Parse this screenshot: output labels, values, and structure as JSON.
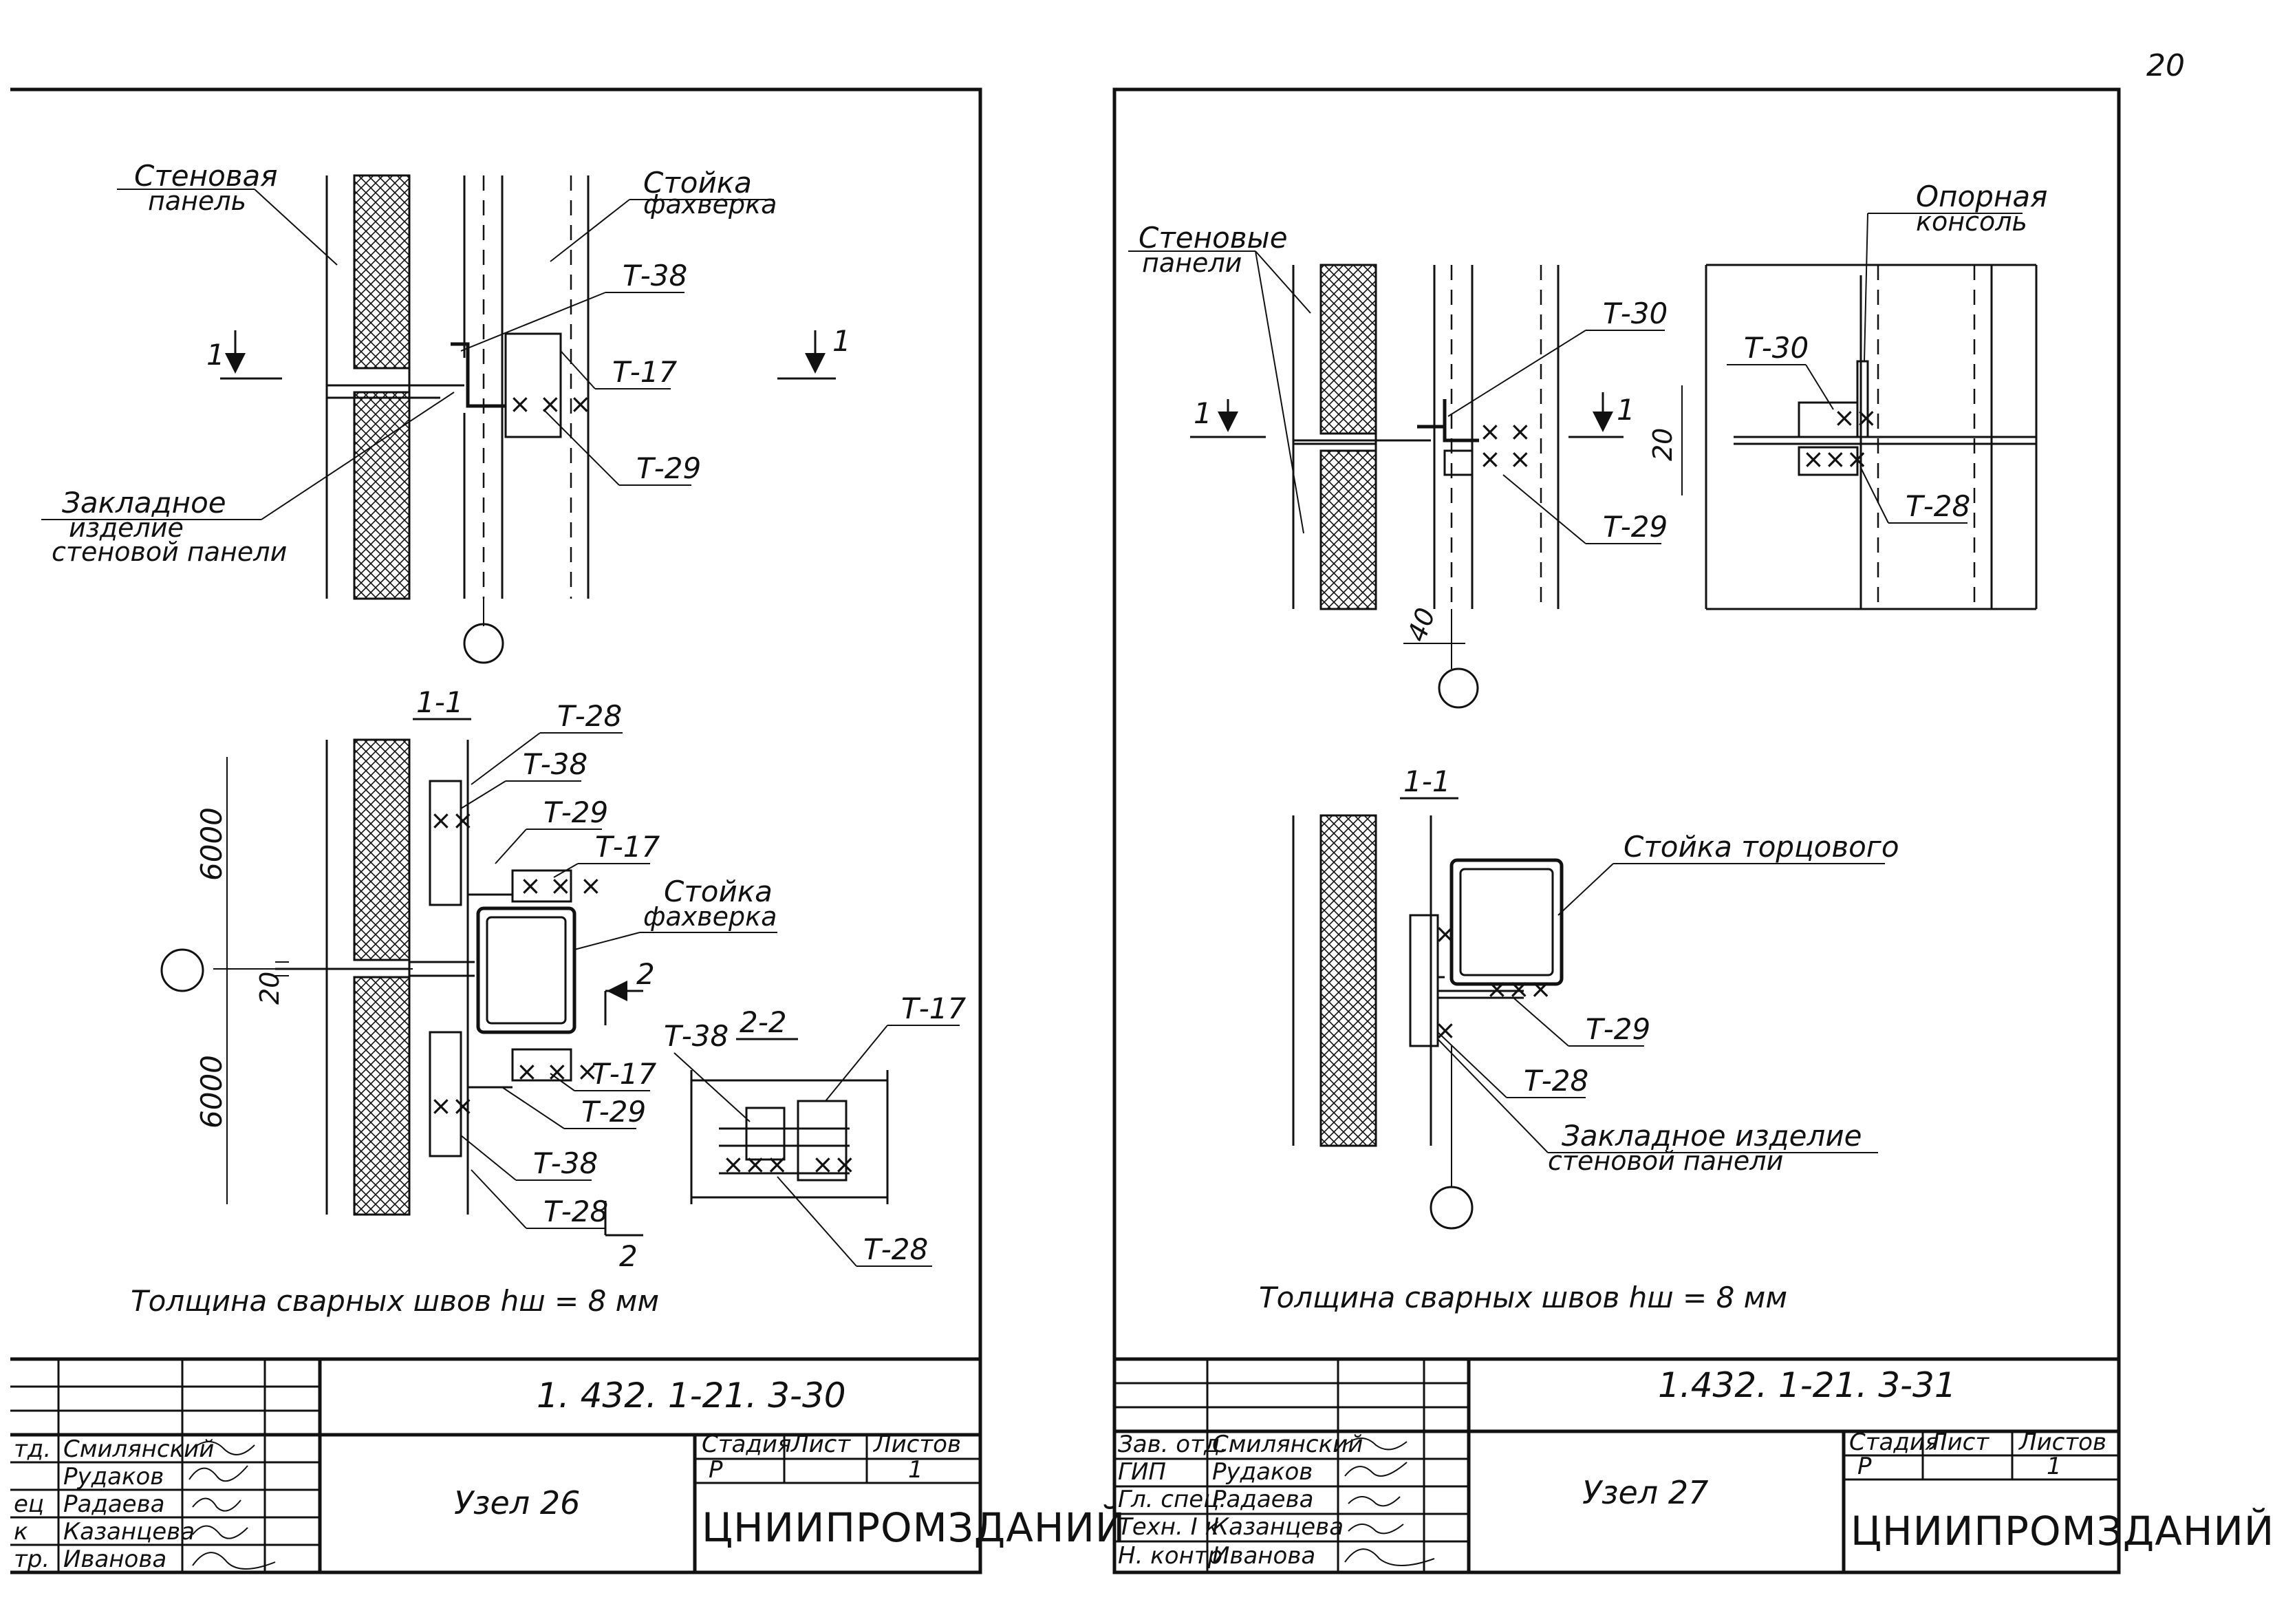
{
  "page_number": "20",
  "left_sheet": {
    "labels": {
      "wall_panel": [
        "Стеновая",
        "панель"
      ],
      "post": [
        "Стойка",
        "фахверка"
      ],
      "embedded": [
        "Закладное",
        "изделие",
        "стеновой панели"
      ],
      "section_mark": "1",
      "section_title": "1-1",
      "section2_title": "2-2",
      "section2_mark": "2",
      "dim_6000_top": "6000",
      "dim_6000_bottom": "6000",
      "dim_20": "20",
      "t38": "Т-38",
      "t17": "Т-17",
      "t29": "Т-29",
      "t28": "Т-28",
      "weld_note": "Толщина    сварных    швов  hш = 8 мм"
    },
    "title_block": {
      "code": "1. 432. 1-21. 3-30",
      "node": "Узел  26",
      "stage_header": "Стадия",
      "sheet_header": "Лист",
      "sheets_header": "Листов",
      "stage": "Р",
      "sheet": "1",
      "org": "ЦНИИПРОМЗДАНИЙ",
      "roles": [
        "тд.",
        "",
        "ец",
        "к",
        "тр."
      ],
      "names": [
        "Смилянский",
        "Рудаков",
        "Радаева",
        "Казанцева",
        "Иванова"
      ]
    }
  },
  "right_sheet": {
    "labels": {
      "wall_panels": [
        "Стеновые",
        "панели"
      ],
      "support": [
        "Опорная",
        "консоль"
      ],
      "post": [
        "Стойка   торцового"
      ],
      "embedded": [
        "Закладное    изделие",
        "стеновой    панели"
      ],
      "section_mark": "1",
      "section_title": "1-1",
      "dim_40": "40",
      "dim_20": "20",
      "t30": "Т-30",
      "t29": "Т-29",
      "t28": "Т-28",
      "weld_note": "Толщина     сварных      швов      hш = 8 мм"
    },
    "title_block": {
      "code": "1.432. 1-21. 3-31",
      "node": "Узел  27",
      "stage_header": "Стадия",
      "sheet_header": "Лист",
      "sheets_header": "Листов",
      "stage": "Р",
      "sheet": "1",
      "org": "ЦНИИПРОМЗДАНИЙ",
      "roles": [
        "Зав. отд.",
        "ГИП",
        "Гл. спец.",
        "Техн. I к",
        "Н. контр."
      ],
      "names": [
        "Смилянский",
        "Рудаков",
        "Радаева",
        "Казанцева",
        "Иванова"
      ]
    }
  }
}
